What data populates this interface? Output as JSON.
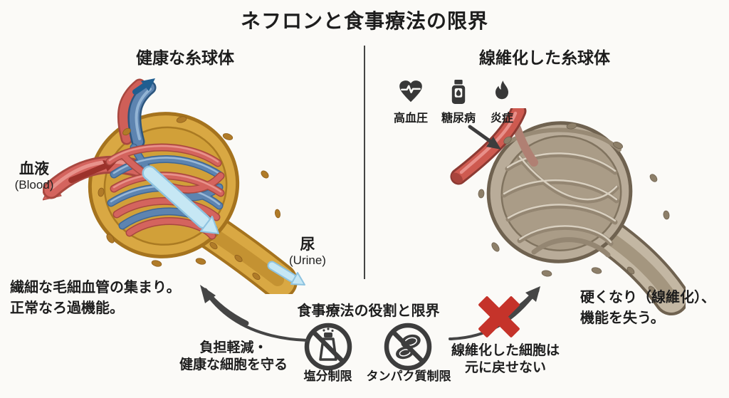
{
  "title": "ネフロンと食事療法の限界",
  "left_panel": {
    "header": "健康な糸球体",
    "blood_label": "血液",
    "blood_sublabel": "(Blood)",
    "urine_label": "尿",
    "urine_sublabel": "(Urine)",
    "description_line1": "繊細な毛細血管の集まり。",
    "description_line2": "正常なろ過機能。"
  },
  "right_panel": {
    "header": "線維化した糸球体",
    "risk_factors": [
      {
        "label": "高血圧",
        "icon": "heart-pulse-icon"
      },
      {
        "label": "糖尿病",
        "icon": "medicine-bottle-icon"
      },
      {
        "label": "炎症",
        "icon": "flame-icon"
      }
    ],
    "description_line1": "硬くなり（線維化）、",
    "description_line2": "機能を失う。"
  },
  "diet_section": {
    "header": "食事療法の役割と限界",
    "restrictions": [
      {
        "label": "塩分制限",
        "icon": "no-salt-icon"
      },
      {
        "label": "タンパク質制限",
        "icon": "no-protein-icon"
      }
    ],
    "benefit_line1": "負担軽減・",
    "benefit_line2": "健康な細胞を守る",
    "limit_line1": "線維化した細胞は",
    "limit_line2": "元に戻せない"
  },
  "colors": {
    "artery_red": "#ce5a50",
    "vein_blue": "#5d84b0",
    "capsule_gold": "#d9a843",
    "fibrotic_beige": "#b9ac99",
    "urine_light_blue": "#c6e7f4",
    "cross_red": "#c5332a",
    "arrow_gray": "#454545",
    "icon_dark": "#383838"
  }
}
